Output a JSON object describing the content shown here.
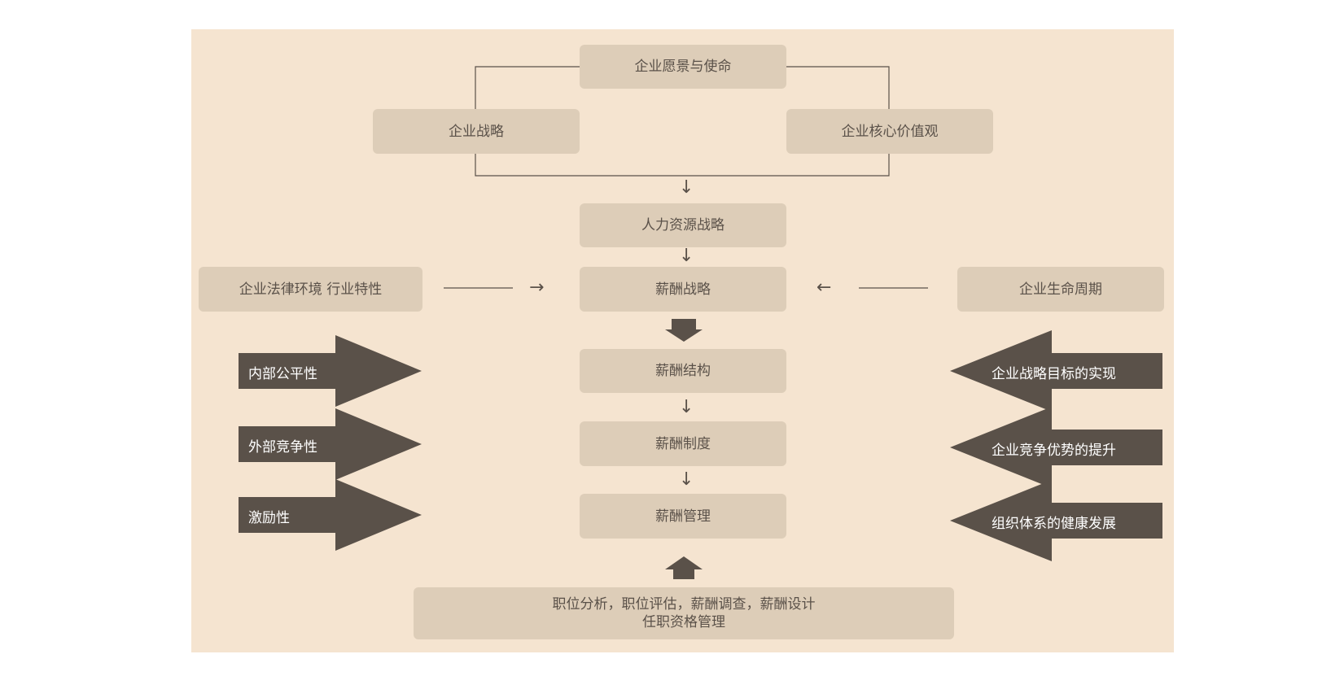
{
  "nodes": {
    "vision": "企业愿景与使命",
    "strategy": "企业战略",
    "values": "企业核心价值观",
    "hr_strategy": "人力资源战略",
    "env": "企业法律环境 行业特性",
    "comp_strategy": "薪酬战略",
    "lifecycle": "企业生命周期",
    "structure": "薪酬结构",
    "system": "薪酬制度",
    "management": "薪酬管理",
    "foundation_line1": "职位分析，职位评估，薪酬调查，薪酬设计",
    "foundation_line2": "任职资格管理"
  },
  "left_arrows": [
    "内部公平性",
    "外部竞争性",
    "激励性"
  ],
  "right_arrows": [
    "企业战略目标的实现",
    "企业竞争优势的提升",
    "组织体系的健康发展"
  ],
  "colors": {
    "panel": "#f5e4d0",
    "box": "#ddcdb8",
    "dark_arrow": "#5a5149",
    "line": "#5a5149"
  }
}
